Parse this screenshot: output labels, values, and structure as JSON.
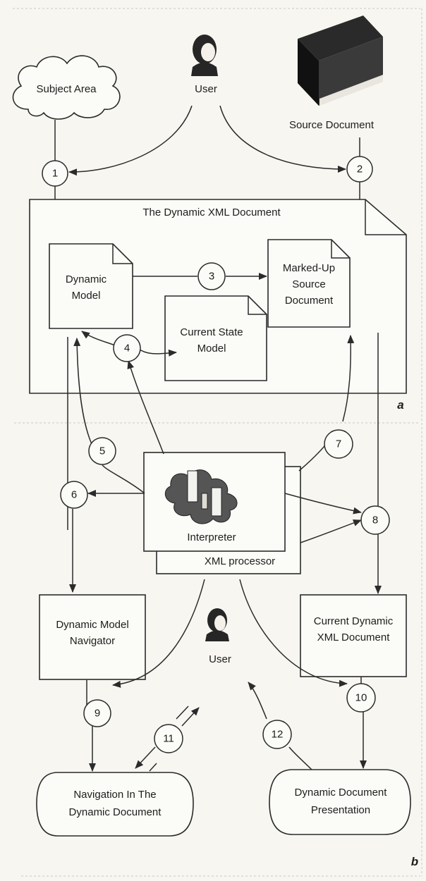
{
  "nodes": {
    "subject_area": "Subject Area",
    "user_top": "User",
    "source_document": "Source Document",
    "dynamic_xml_document": "The Dynamic XML Document",
    "dynamic_model": [
      "Dynamic",
      "Model"
    ],
    "marked_up_source": [
      "Marked-Up",
      "Source",
      "Document"
    ],
    "current_state_model": [
      "Current State",
      "Model"
    ],
    "interpreter": "Interpreter",
    "xml_processor": "XML processor",
    "dynamic_model_navigator": [
      "Dynamic Model",
      "Navigator"
    ],
    "current_dynamic_xml": [
      "Current Dynamic",
      "XML Document"
    ],
    "user_bottom": "User",
    "navigation": [
      "Navigation In The",
      "Dynamic Document"
    ],
    "presentation": [
      "Dynamic Document",
      "Presentation"
    ]
  },
  "steps": [
    "1",
    "2",
    "3",
    "4",
    "5",
    "6",
    "7",
    "8",
    "9",
    "10",
    "11",
    "12"
  ],
  "panel_labels": {
    "top": "a",
    "bottom": "b"
  },
  "icons": {
    "user": "user-icon",
    "book": "book-icon",
    "cloud": "cloud-shape",
    "interpreter": "interpreter-icon"
  }
}
